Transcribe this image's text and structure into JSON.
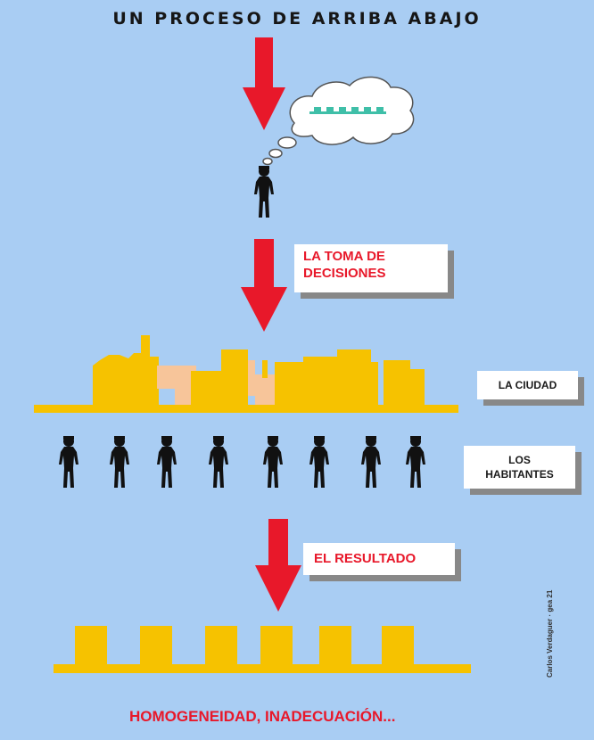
{
  "title": "UN PROCESO DE ARRIBA ABAJO",
  "labels": {
    "decisions": [
      "LA TOMA DE",
      "DECISIONES"
    ],
    "city": "LA CIUDAD",
    "inhabitants": [
      "LOS",
      "HABITANTES"
    ],
    "result": "EL RESULTADO",
    "outcome": "HOMOGENEIDAD, INADECUACIÓN...",
    "credit": "Carlos Verdaguer · gea 21"
  },
  "colors": {
    "background": "#a9cdf3",
    "arrow": "#e8182a",
    "building": "#f6c200",
    "building_alt": "#f7c59a",
    "figure": "#111111",
    "box_shadow": "#888888"
  },
  "icons": [
    "down-arrow-icon",
    "thought-cloud-icon",
    "person-icon",
    "city-skyline-icon",
    "uniform-blocks-icon"
  ]
}
